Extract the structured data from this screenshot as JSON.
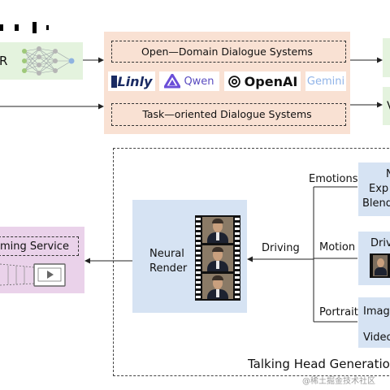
{
  "top_left": {
    "partial_label": "R"
  },
  "llm_panel": {
    "open_domain_label": "Open—Domain Dialogue Systems",
    "task_oriented_label": "Task—oriented Dialogue Systems",
    "logos": {
      "linly": "Linly",
      "qwen": "Qwen",
      "openai": "OpenAI",
      "gemini": "Gemini"
    }
  },
  "right_top": {
    "partial_label": "V"
  },
  "service_box": {
    "label": "ming Service"
  },
  "neural_render": {
    "label_line1": "Neural",
    "label_line2": "Render"
  },
  "driving_label": "Driving",
  "branches": {
    "emotions": "Emotions",
    "motion": "Motion",
    "portrait": "Portrait"
  },
  "right_boxes": {
    "emotion_box_lines": [
      "N",
      "Exp",
      "Blend"
    ],
    "motion_box_line": "Driv",
    "portrait_box_lines": [
      "Image",
      "Video"
    ]
  },
  "talking_head_title": "Talking Head Generation",
  "watermark": "@稀土掘金技术社区",
  "colors": {
    "green_box": "#e4f3de",
    "peach_panel": "#f9e1d3",
    "blue_box": "#d6e3f3",
    "pink_box": "#ead2ea",
    "qwen_purple": "#6b4fd8",
    "gemini_blue": "#8fb3e8",
    "linly_navy": "#1a2b63"
  }
}
